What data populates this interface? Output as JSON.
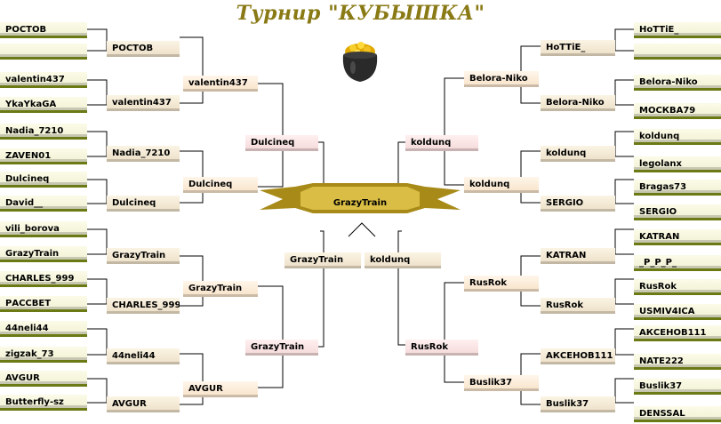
{
  "title": "Турнир \"КУБЫШКА\"",
  "left": {
    "round1": [
      "РОСТОВ",
      "",
      "valentin437",
      "YkaYkaGA",
      "Nadia_7210",
      "ZAVEN01",
      "Dulcineq",
      "David__",
      "vili_borova",
      "GrazyTrain",
      "CHARLES_999",
      "РАССВЕТ",
      "44neli44",
      "zigzak_73",
      "AVGUR",
      "Butterfly-sz"
    ],
    "round2": [
      "РОСТОВ",
      "valentin437",
      "Nadia_7210",
      "Dulcineq",
      "GrazyTrain",
      "CHARLES_999",
      "44neli44",
      "AVGUR"
    ],
    "round3": [
      "valentin437",
      "Dulcineq",
      "GrazyTrain",
      "AVGUR"
    ],
    "round4": [
      "Dulcineq",
      "GrazyTrain"
    ],
    "semifinal": "GrazyTrain"
  },
  "right": {
    "round1": [
      "HoTTiE_",
      "",
      "Belora-Niko",
      "МОСКВА79",
      "koldunq",
      "legolanx",
      "Bragas73",
      "SERGIO",
      "KATRAN",
      "_P_P_P_",
      "RusRok",
      "USMIV4ICA",
      "АКСЕНОВ111",
      "NATE222",
      "Buslik37",
      "DENSSAL"
    ],
    "round2": [
      "HoTTiE_",
      "Belora-Niko",
      "koldunq",
      "SERGIO",
      "KATRAN",
      "RusRok",
      "АКСЕНОВ111",
      "Buslik37"
    ],
    "round3": [
      "Belora-Niko",
      "koldunq",
      "RusRok",
      "Buslik37"
    ],
    "round4": [
      "koldunq",
      "RusRok"
    ],
    "semifinal": "koldunq"
  },
  "final": "GrazyTrain",
  "colors": {
    "olive": "#7d8d1c",
    "brown": "#6b4d0f",
    "orange": "#d9820f",
    "red": "#9a1219",
    "final": "#a88a18"
  }
}
